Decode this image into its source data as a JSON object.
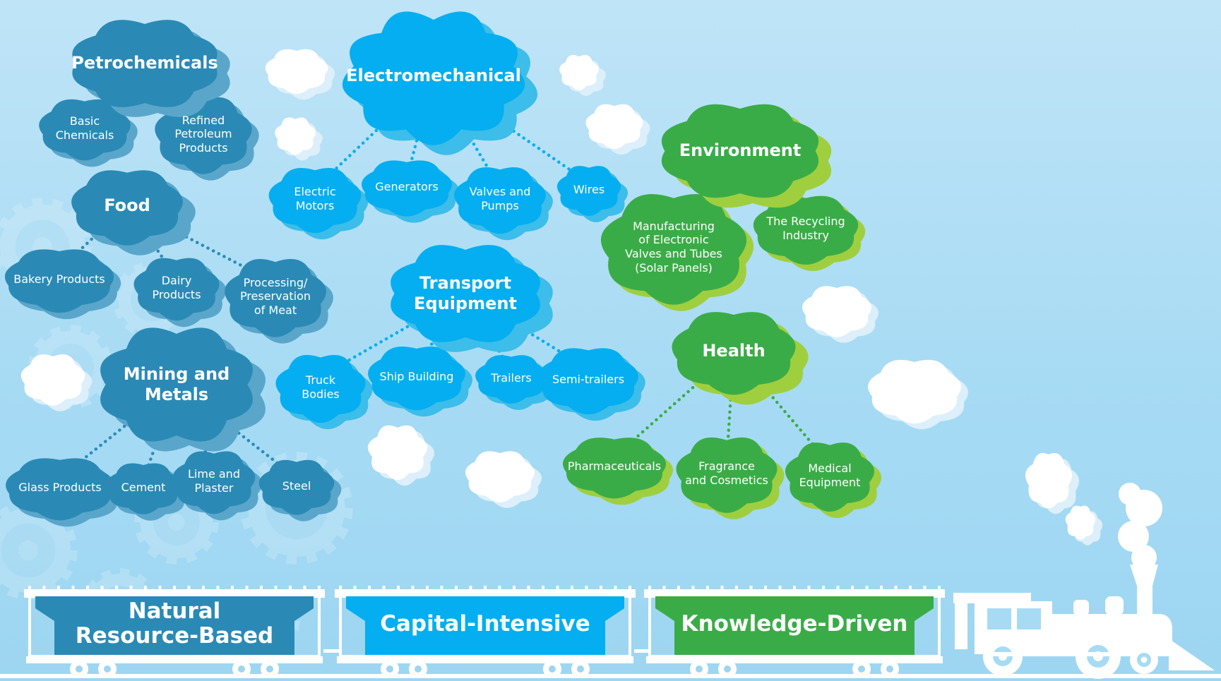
{
  "colors": {
    "natural": "#2a8ab5",
    "capital": "#04aef0",
    "knowledge": "#3aac47",
    "natural_back": "#5aa6cb",
    "capital_back": "#3dbde9",
    "knowledge_back": "#9fcf3f",
    "cloud_white": "#ffffff",
    "train_white": "#ffffff"
  },
  "trains": [
    {
      "id": "natural",
      "title": "Natural\nResource-Based"
    },
    {
      "id": "capital",
      "title": "Capital-Intensive"
    },
    {
      "id": "knowledge",
      "title": "Knowledge-Driven"
    }
  ],
  "categories": {
    "petrochemicals": {
      "label": "Petrochemicals",
      "group": "natural",
      "children": [
        {
          "label": "Basic\nChemicals"
        },
        {
          "label": "Refined\nPetroleum\nProducts"
        }
      ]
    },
    "food": {
      "label": "Food",
      "group": "natural",
      "children": [
        {
          "label": "Bakery Products"
        },
        {
          "label": "Dairy\nProducts"
        },
        {
          "label": "Processing/\nPreservation\nof Meat"
        }
      ]
    },
    "mining": {
      "label": "Mining and\nMetals",
      "group": "natural",
      "children": [
        {
          "label": "Glass Products"
        },
        {
          "label": "Cement"
        },
        {
          "label": "Lime and\nPlaster"
        },
        {
          "label": "Steel"
        }
      ]
    },
    "electromechanical": {
      "label": "Electromechanical",
      "group": "capital",
      "children": [
        {
          "label": "Electric\nMotors"
        },
        {
          "label": "Generators"
        },
        {
          "label": "Valves and\nPumps"
        },
        {
          "label": "Wires"
        }
      ]
    },
    "transport": {
      "label": "Transport\nEquipment",
      "group": "capital",
      "children": [
        {
          "label": "Truck\nBodies"
        },
        {
          "label": "Ship Building"
        },
        {
          "label": "Trailers"
        },
        {
          "label": "Semi-trailers"
        }
      ]
    },
    "environment": {
      "label": "Environment",
      "group": "knowledge",
      "children": [
        {
          "label": "Manufacturing\nof Electronic\nValves and Tubes\n(Solar Panels)"
        },
        {
          "label": "The Recycling\nIndustry"
        }
      ]
    },
    "health": {
      "label": "Health",
      "group": "knowledge",
      "children": [
        {
          "label": "Pharmaceuticals"
        },
        {
          "label": "Fragrance\nand Cosmetics"
        },
        {
          "label": "Medical\nEquipment"
        }
      ]
    }
  },
  "icons": [
    "gear-icon",
    "cloud-icon",
    "locomotive-icon",
    "smoke-icon"
  ]
}
